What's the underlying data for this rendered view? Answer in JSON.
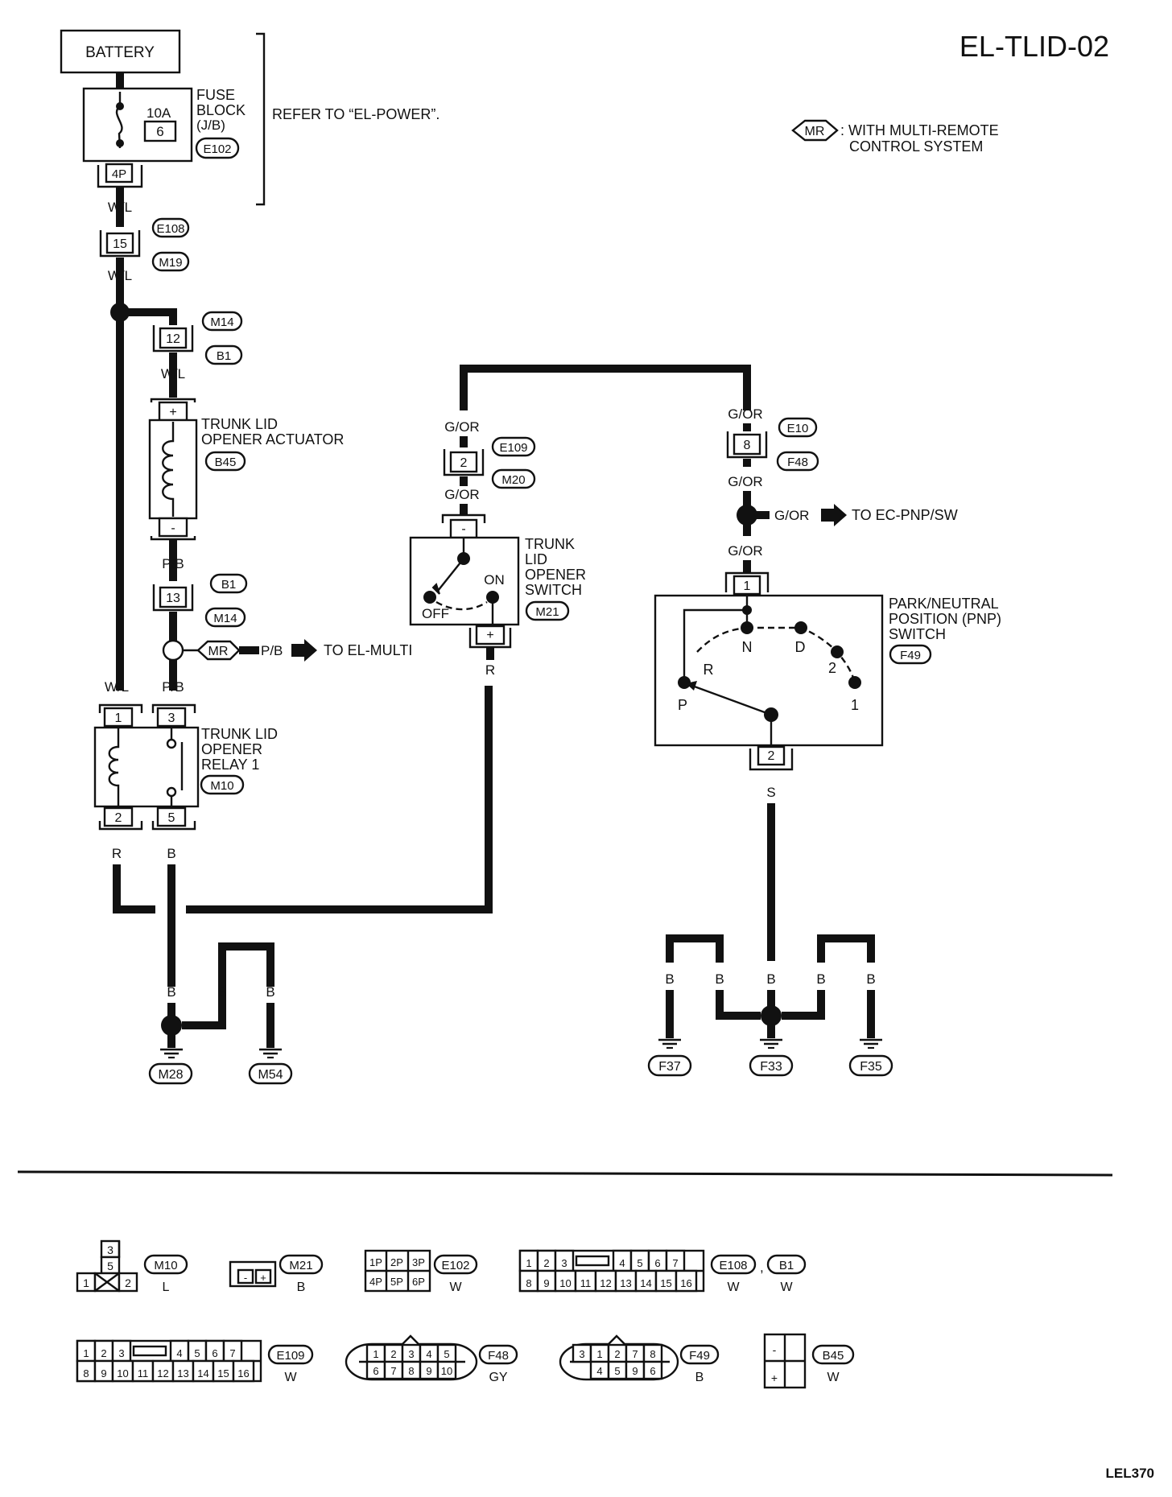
{
  "title": "EL-TLID-02",
  "figure_id": "LEL370",
  "legend": {
    "tag": "MR",
    "text_1": ": WITH MULTI-REMOTE",
    "text_2": "CONTROL SYSTEM"
  },
  "battery": {
    "label": "BATTERY"
  },
  "fuse_block": {
    "name_1": "FUSE",
    "name_2": "BLOCK",
    "name_3": "(J/B)",
    "amp": "10A",
    "fuse_no": "6",
    "terminal": "4P",
    "connector": "E102",
    "note": "REFER TO “EL-POWER”."
  },
  "wires": {
    "wl": "W/L",
    "pb": "P/B",
    "gor": "G/OR",
    "r": "R",
    "b": "B",
    "s": "S"
  },
  "joint_e108": {
    "pin": "15",
    "conn_top": "E108",
    "conn_bot": "M19"
  },
  "joint_m14": {
    "pin": "12",
    "conn_top": "M14",
    "conn_bot": "B1"
  },
  "actuator": {
    "name_1": "TRUNK LID",
    "name_2": "OPENER ACTUATOR",
    "connector": "B45",
    "plus": "+",
    "minus": "-"
  },
  "joint_b1": {
    "pin": "13",
    "conn_top": "B1",
    "conn_bot": "M14"
  },
  "to_el_multi": {
    "tag": "MR",
    "wire": "P/B",
    "text": "TO EL-MULTI"
  },
  "relay": {
    "name_1": "TRUNK LID",
    "name_2": "OPENER",
    "name_3": "RELAY 1",
    "connector": "M10",
    "pin1": "1",
    "pin2": "2",
    "pin3": "3",
    "pin5": "5"
  },
  "joint_e109": {
    "pin": "2",
    "conn_top": "E109",
    "conn_bot": "M20"
  },
  "switch": {
    "name_1": "TRUNK",
    "name_2": "LID",
    "name_3": "OPENER",
    "name_4": "SWITCH",
    "connector": "M21",
    "on": "ON",
    "off": "OFF",
    "minus": "-",
    "plus": "+"
  },
  "joint_e10": {
    "pin": "8",
    "conn_top": "E10",
    "conn_bot": "F48"
  },
  "to_ec_pnp": {
    "wire": "G/OR",
    "text": "TO EC-PNP/SW"
  },
  "pnp": {
    "name_1": "PARK/NEUTRAL",
    "name_2": "POSITION (PNP)",
    "name_3": "SWITCH",
    "connector": "F49",
    "pin1": "1",
    "pin2": "2",
    "pos_n": "N",
    "pos_d": "D",
    "pos_r": "R",
    "pos_2": "2",
    "pos_p": "P",
    "pos_1": "1"
  },
  "grounds": {
    "m28": "M28",
    "m54": "M54",
    "f37": "F37",
    "f33": "F33",
    "f35": "F35"
  },
  "connectors": {
    "m10": {
      "id": "M10",
      "color": "L",
      "pins": [
        "3",
        "5",
        "1",
        "2"
      ]
    },
    "m21": {
      "id": "M21",
      "color": "B",
      "pins": [
        "-",
        "+"
      ]
    },
    "e102": {
      "id": "E102",
      "color": "W",
      "pins": [
        "1P",
        "2P",
        "3P",
        "4P",
        "5P",
        "6P"
      ]
    },
    "e108": {
      "id": "E108",
      "color": "W",
      "sep": ",",
      "top": [
        "1",
        "2",
        "3",
        "4",
        "5",
        "6",
        "7"
      ],
      "bottom": [
        "8",
        "9",
        "10",
        "11",
        "12",
        "13",
        "14",
        "15",
        "16"
      ]
    },
    "b1": {
      "id": "B1",
      "color": "W"
    },
    "e109": {
      "id": "E109",
      "color": "W",
      "top": [
        "1",
        "2",
        "3",
        "4",
        "5",
        "6",
        "7"
      ],
      "bottom": [
        "8",
        "9",
        "10",
        "11",
        "12",
        "13",
        "14",
        "15",
        "16"
      ]
    },
    "f48": {
      "id": "F48",
      "color": "GY",
      "top": [
        "1",
        "2",
        "3",
        "4",
        "5"
      ],
      "bottom": [
        "6",
        "7",
        "8",
        "9",
        "10"
      ]
    },
    "f49": {
      "id": "F49",
      "color": "B",
      "top": [
        "3",
        "1",
        "2",
        "7",
        "8"
      ],
      "bottom": [
        "4",
        "5",
        "9",
        "6"
      ]
    },
    "b45": {
      "id": "B45",
      "color": "W",
      "pins": [
        "-",
        "+"
      ]
    }
  }
}
